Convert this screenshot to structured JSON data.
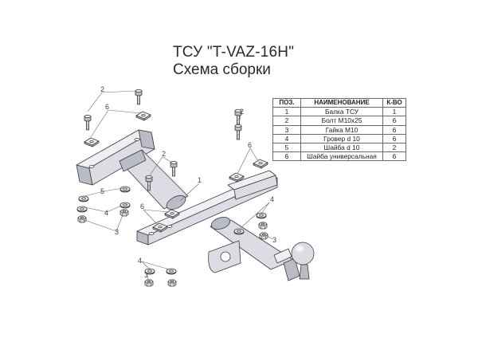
{
  "title": {
    "line1": "ТСУ \"T-VAZ-16H\"",
    "line2": "Схема сборки"
  },
  "parts_table": {
    "headers": {
      "pos": "ПОЗ.",
      "name": "НАИМЕНОВАНИЕ",
      "qty": "К-ВО"
    },
    "rows": [
      {
        "pos": "1",
        "name": "Балка ТСУ",
        "qty": "1"
      },
      {
        "pos": "2",
        "name": "Болт М10х25",
        "qty": "6"
      },
      {
        "pos": "3",
        "name": "Гайка М10",
        "qty": "6"
      },
      {
        "pos": "4",
        "name": "Гровер d 10",
        "qty": "6"
      },
      {
        "pos": "5",
        "name": "Шайба d 10",
        "qty": "2"
      },
      {
        "pos": "6",
        "name": "Шайба универсальная",
        "qty": "6"
      }
    ]
  },
  "callouts": {
    "c1": "1",
    "c2": "2",
    "c3": "3",
    "c4": "4",
    "c5": "5",
    "c6": "6"
  }
}
